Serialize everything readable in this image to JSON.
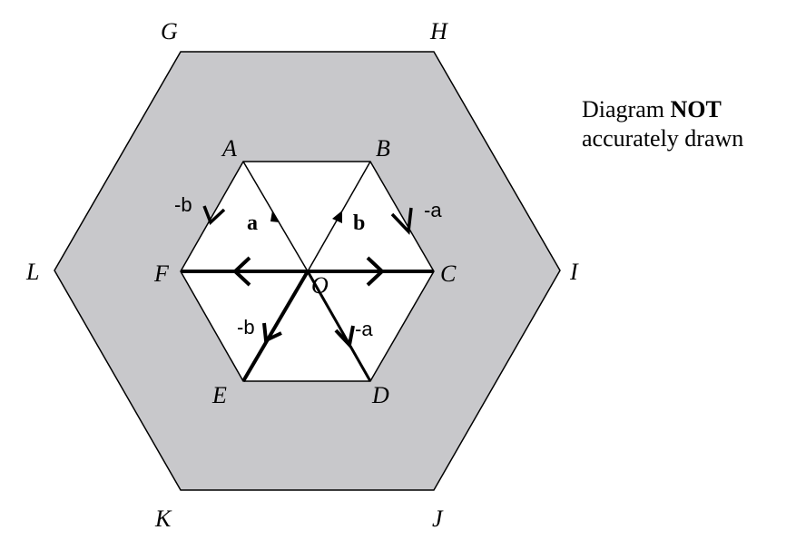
{
  "note": {
    "word1": "Diagram",
    "word2": "NOT",
    "line2": "accurately drawn"
  },
  "labels": {
    "G": "G",
    "H": "H",
    "I": "I",
    "J": "J",
    "K": "K",
    "L": "L",
    "A": "A",
    "B": "B",
    "C": "C",
    "D": "D",
    "E": "E",
    "F": "F",
    "O": "O"
  },
  "vectors": {
    "a": "a",
    "b": "b",
    "neg_a_right": "-a",
    "neg_b_left": "-b",
    "neg_b_lower": "-b",
    "neg_a_lower": "-a"
  },
  "colors": {
    "outer_fill": "#c8c8cb",
    "inner_fill": "#ffffff",
    "line": "#000000"
  }
}
